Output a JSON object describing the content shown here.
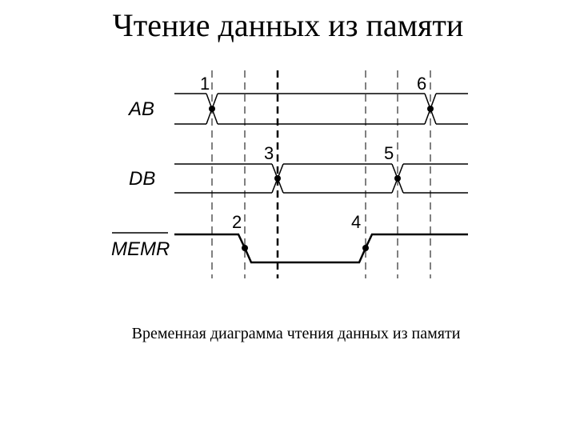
{
  "title": "Чтение данных из памяти",
  "caption": "Временная диаграмма чтения данных из памяти",
  "signals": {
    "ab": "AB",
    "db": "DB",
    "memr": "MEMR"
  },
  "markers": [
    "1",
    "2",
    "3",
    "4",
    "5",
    "6"
  ]
}
